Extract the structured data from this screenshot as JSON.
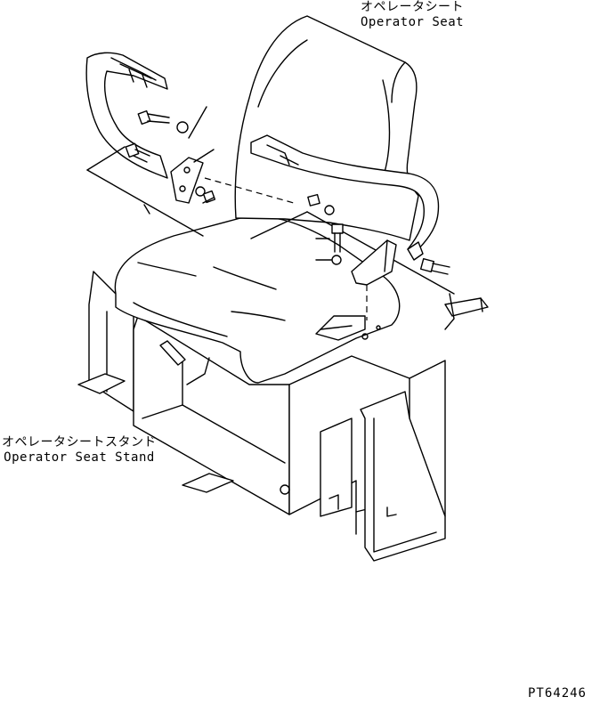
{
  "labels": {
    "operator_seat": {
      "jp": "オペレータシート",
      "en": "Operator Seat"
    },
    "operator_seat_stand": {
      "jp": "オペレータシートスタンド",
      "en": "Operator Seat Stand"
    }
  },
  "drawing_number": "PT64246"
}
